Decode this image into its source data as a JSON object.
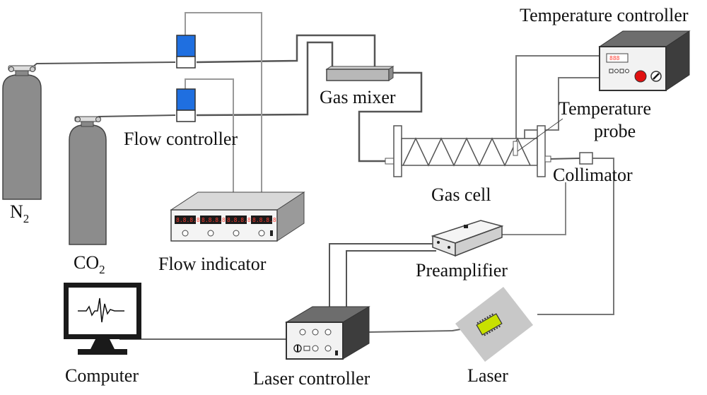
{
  "labels": {
    "temperature_controller": "Temperature controller",
    "gas_mixer": "Gas mixer",
    "temperature_probe_line1": "Temperature",
    "temperature_probe_line2": "probe",
    "flow_controller": "Flow controller",
    "n2_main": "N",
    "n2_sub": "2",
    "co2_main": "CO",
    "co2_sub": "2",
    "gas_cell": "Gas cell",
    "collimator": "Collimator",
    "flow_indicator": "Flow indicator",
    "preamplifier": "Preamplifier",
    "computer": "Computer",
    "laser_controller": "Laser controller",
    "laser": "Laser"
  },
  "flow_indicator_displays": [
    "8.8.8.8",
    "8.8.8.8",
    "8.8.8.8",
    "8.8.8.8"
  ],
  "temp_controller_display": "888",
  "colors": {
    "line": "#444444",
    "cylinder": "#8c8c8c",
    "flow_valve": "#1f6fe0",
    "box_front": "#f2f2f2",
    "box_dark": "#3d3d3d",
    "laser_chip": "#c8e000",
    "red_knob": "#e01010"
  }
}
